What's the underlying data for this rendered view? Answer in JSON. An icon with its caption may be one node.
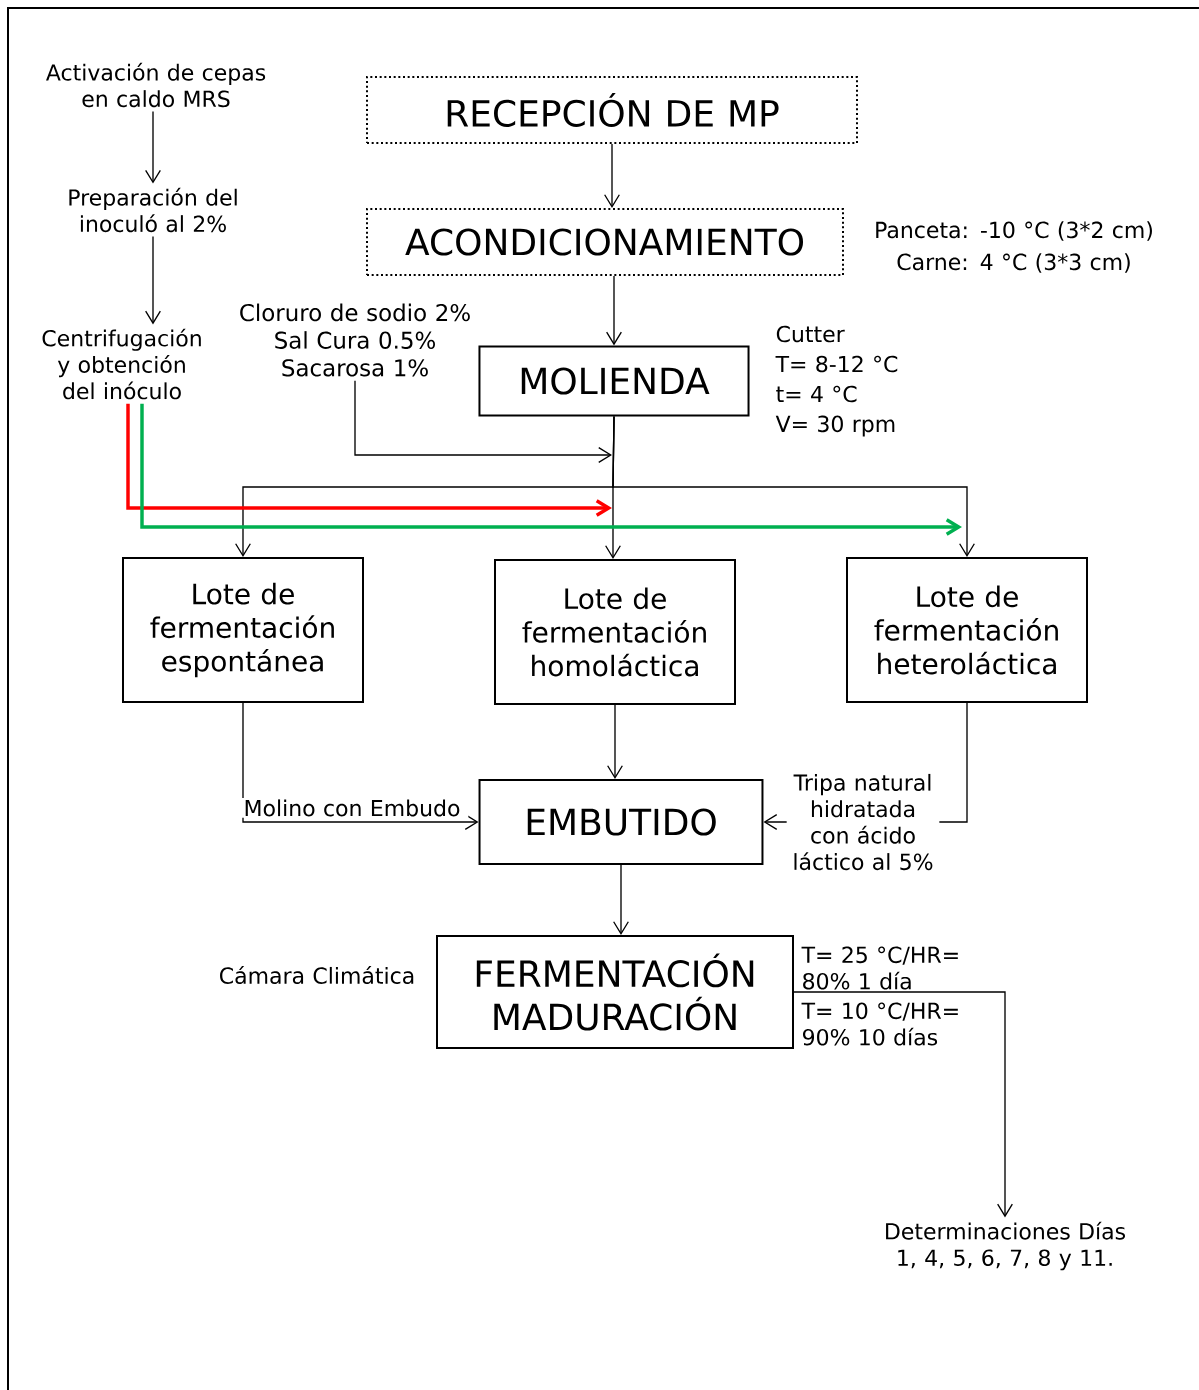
{
  "diagram": {
    "nodes": [
      {
        "text": [
          "Activación de cepas en caldo MRS"
        ]
      },
      {
        "text": [
          "Preparación del inoculó al 2%"
        ]
      },
      {
        "text": [
          "Centrifugación y obtención del inóculo"
        ]
      },
      {
        "text": [
          "RECEPCIÓN DE MP"
        ]
      },
      {
        "text": [
          "ACONDICIONAMIENTO"
        ],
        "beside": [
          "Panceta: -10 °C (3*2 cm)",
          "Carne: 4 °C (3*3 cm)"
        ]
      },
      {
        "text": [
          "Cloruro de sodio 2% Sal Cura 0.5% Sacarosa 1%"
        ]
      },
      {
        "text": [
          "MOLIENDA"
        ],
        "beside": [
          "Cutter",
          "T= 8-12 °C",
          "t= 4 °C",
          "V= 30 rpm"
        ]
      },
      {
        "text": [
          "Lote de fermentación espontánea"
        ]
      },
      {
        "text": [
          "Lote de fermentación homoláctica"
        ]
      },
      {
        "text": [
          "Lote de fermentación heteroláctica"
        ]
      },
      {
        "text": [
          "EMBUTIDO"
        ]
      },
      {
        "text": [
          "FERMENTACIÓN MADURACIÓN"
        ],
        "beside": [
          "Cámara Climática",
          "T= 25 °C/HR= 80% 1 día",
          "T= 10 °C/HR= 90% 10 días"
        ]
      },
      {
        "text": [
          "Determinaciones Días 1, 4, 5, 6, 7, 8 y 11."
        ]
      }
    ],
    "edges": [
      {
        "from": 0,
        "to": 1,
        "arrow": "to"
      },
      {
        "from": 1,
        "to": 2,
        "arrow": "to"
      },
      {
        "from": 3,
        "to": 4,
        "arrow": "to"
      },
      {
        "from": 4,
        "to": 6,
        "arrow": "to"
      },
      {
        "from": 5,
        "to": null,
        "arrow": "to"
      },
      {
        "from": 6,
        "to": 7,
        "arrow": "to"
      },
      {
        "from": 6,
        "to": 8,
        "arrow": "to"
      },
      {
        "from": 6,
        "to": 9,
        "arrow": "to"
      },
      {
        "from": 2,
        "to": null,
        "arrow": "to",
        "style": "thick",
        "color": "#ff0000"
      },
      {
        "from": 2,
        "to": null,
        "arrow": "to",
        "style": "thick",
        "color": "#00b050"
      },
      {
        "from": 7,
        "to": 10,
        "arrow": "to",
        "label": "Molino con Embudo"
      },
      {
        "from": 8,
        "to": 10,
        "arrow": "to"
      },
      {
        "from": 9,
        "to": 10,
        "arrow": "to",
        "label": "Tripa natural hidratada con ácido láctico al 5%"
      },
      {
        "from": 10,
        "to": 11,
        "arrow": "to"
      },
      {
        "from": 11,
        "to": 12,
        "arrow": "to"
      }
    ]
  }
}
